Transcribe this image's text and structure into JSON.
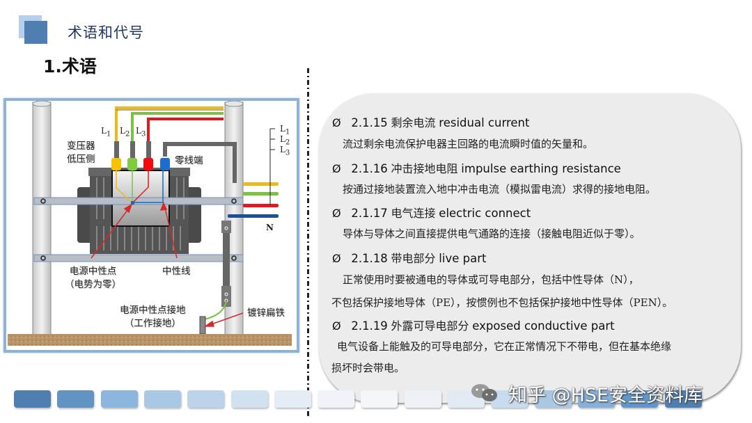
{
  "header": {
    "section_title": "术语和代号",
    "sub_title": "1.术语"
  },
  "diagram": {
    "labels": {
      "transformer_lv_side_line1": "变压器",
      "transformer_lv_side_line2": "低压侧",
      "neutral_terminal": "零线端",
      "neutral_point_line1": "电源中性点",
      "neutral_point_line2": "（电势为零）",
      "neutral_line": "中性线",
      "neutral_grounding_line1": "电源中性点接地",
      "neutral_grounding_line2": "（工作接地）",
      "galvanized_flat_steel": "镀锌扁铁",
      "L1": "L",
      "L2": "L",
      "L3": "L",
      "L1_sub": "1",
      "L2_sub": "2",
      "L3_sub": "3",
      "N": "N"
    },
    "colors": {
      "L1": "#f0b81c",
      "L2": "#7cc242",
      "L3": "#e0191c",
      "N": "#1b66c0",
      "ground": "#b89468"
    }
  },
  "terms": [
    {
      "bullet": "Ø",
      "number": "2.1.15",
      "cn": "剩余电流",
      "en": "residual current",
      "desc": [
        "流过剩余电流保护电器主回路的电流瞬时值的矢量和。"
      ]
    },
    {
      "bullet": "Ø",
      "number": "2.1.16",
      "cn": "冲击接地电阻",
      "en": "impulse earthing resistance",
      "desc": [
        "按通过接地装置流入地中冲击电流（模拟雷电流）求得的接地电阻。"
      ]
    },
    {
      "bullet": "Ø",
      "number": "2.1.17",
      "cn": "电气连接",
      "en": "electric connect",
      "desc": [
        "导体与导体之间直接提供电气通路的连接（接触电阻近似于零）。"
      ]
    },
    {
      "bullet": "Ø",
      "number": "2.1.18",
      "cn": "带电部分",
      "en": "live part",
      "desc": [
        "正常使用时要被通电的导体或可导电部分，包括中性导体（N），",
        "不包括保护接地导体（PE），按惯例也不包括保护接地中性导体（PEN）。"
      ]
    },
    {
      "bullet": "Ø",
      "number": "2.1.19",
      "cn": "外露可导电部分",
      "en": "exposed conductive part",
      "desc": [
        "电气设备上能触及的可导电部分，它在正常情况下不带电，但在基本绝缘",
        "损坏时会带电。"
      ]
    }
  ],
  "footer": {
    "tile_colors": [
      "#4f7eb0",
      "#6193c3",
      "#8cb6de",
      "#a8c8e5",
      "#bcd3ea",
      "#d2e1f0",
      "#e4ecf5",
      "#f0f4f8",
      "#f4f6f8",
      "#eef2f6",
      "#e2ebf4",
      "#c9dbee",
      "#aac7e4",
      "#86b0da",
      "#6497c8",
      "#4f7eb0"
    ],
    "watermark": "知乎 @HSE安全资料库"
  }
}
